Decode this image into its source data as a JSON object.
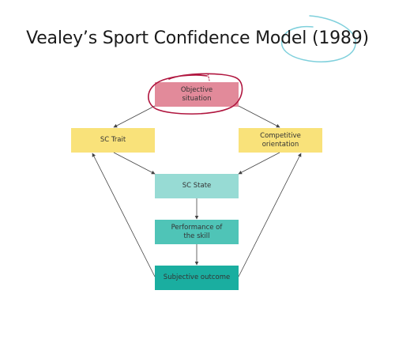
{
  "title": "Vealey’s Sport Confidence Model (1989)",
  "nodes": {
    "objective": {
      "label": "Objective\nsituation",
      "color": "#e28a9a"
    },
    "trait": {
      "label": "SC Trait",
      "color": "#f9e27a"
    },
    "competitive": {
      "label": "Competitive\norientation",
      "color": "#f9e27a"
    },
    "state": {
      "label": "SC State",
      "color": "#97dbd4"
    },
    "performance": {
      "label": "Performance of\nthe skill",
      "color": "#4fc4b7"
    },
    "outcome": {
      "label": "Subjective outcome",
      "color": "#1aaea0"
    }
  },
  "annotations": {
    "circle_color": "#b0163f",
    "year_circle_color": "#7fd0dc"
  }
}
